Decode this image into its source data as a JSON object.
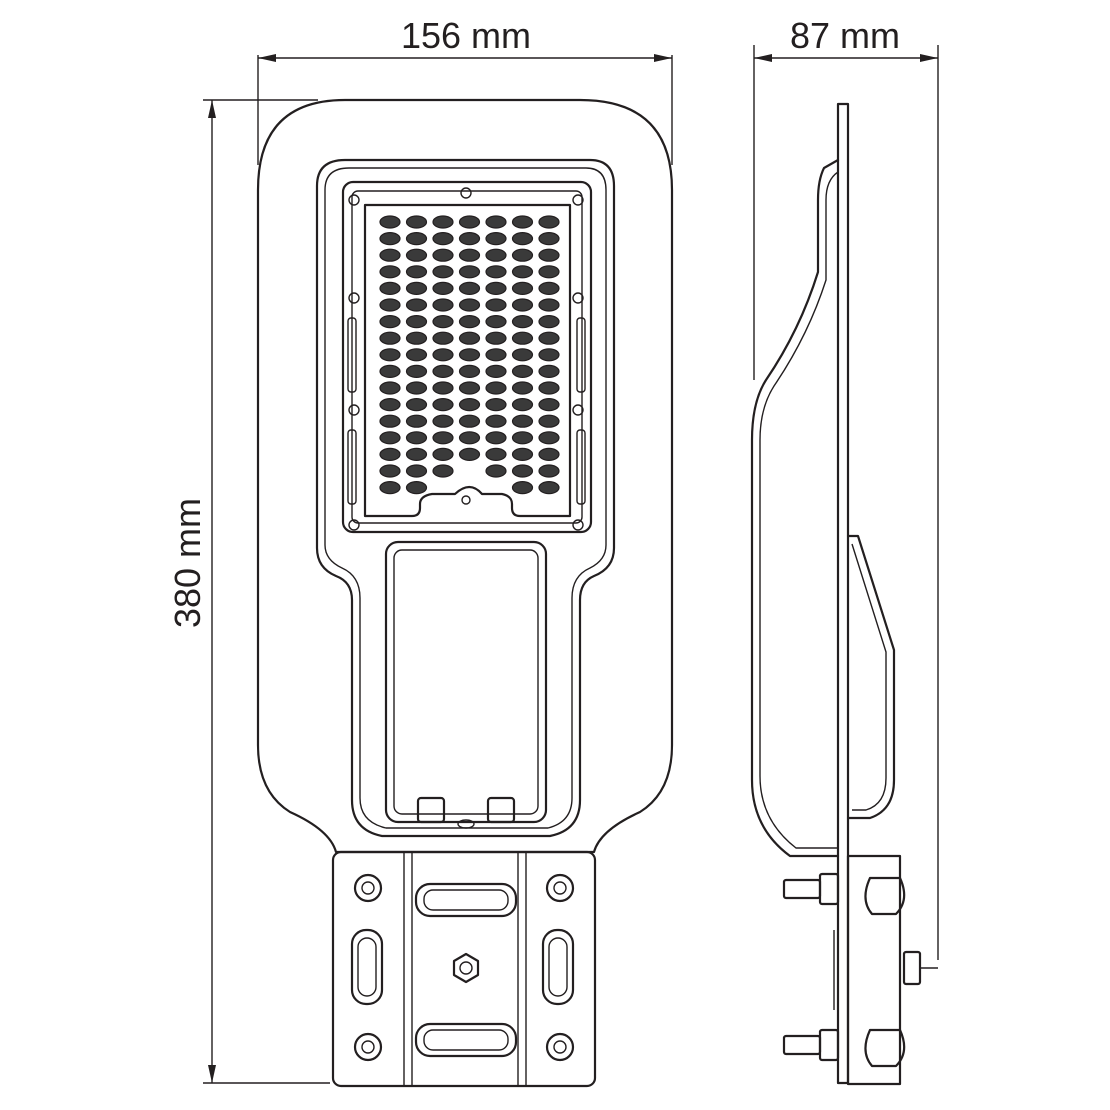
{
  "dimensions": {
    "front_width": "156 mm",
    "side_depth": "87 mm",
    "height": "380 mm"
  },
  "colors": {
    "line": "#231f20",
    "background": "#ffffff"
  }
}
